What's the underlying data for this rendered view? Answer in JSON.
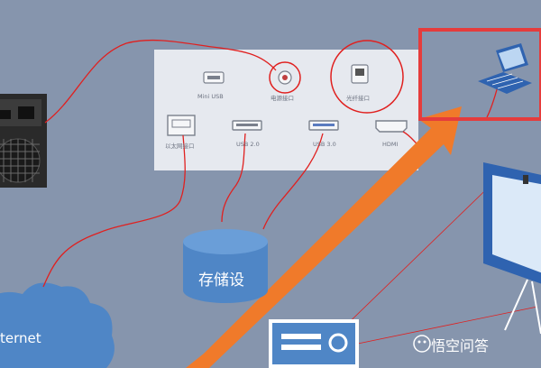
{
  "panel": {
    "ports": [
      {
        "id": "mini-usb",
        "label": "Mini USB"
      },
      {
        "id": "power",
        "label": "电源接口"
      },
      {
        "id": "fiber",
        "label": "光纤接口"
      },
      {
        "id": "ethernet",
        "label": "以太网接口"
      },
      {
        "id": "usb2",
        "label": "USB 2.0"
      },
      {
        "id": "usb3",
        "label": "USB 3.0"
      },
      {
        "id": "hdmi",
        "label": "HDMI"
      }
    ]
  },
  "storage": {
    "label": "存储设"
  },
  "cloud": {
    "label": "ternet"
  },
  "watermark": {
    "text": "悟空问答"
  },
  "colors": {
    "background": "#8695ad",
    "wire": "#e0201f",
    "arrow": "#f07a2a",
    "storage": "#4f86c6",
    "highlight_box": "#e53c3c"
  },
  "icons": [
    "power-supply-icon",
    "laptop-icon",
    "projector-icon",
    "projection-screen-icon",
    "cloud-icon",
    "database-icon"
  ]
}
